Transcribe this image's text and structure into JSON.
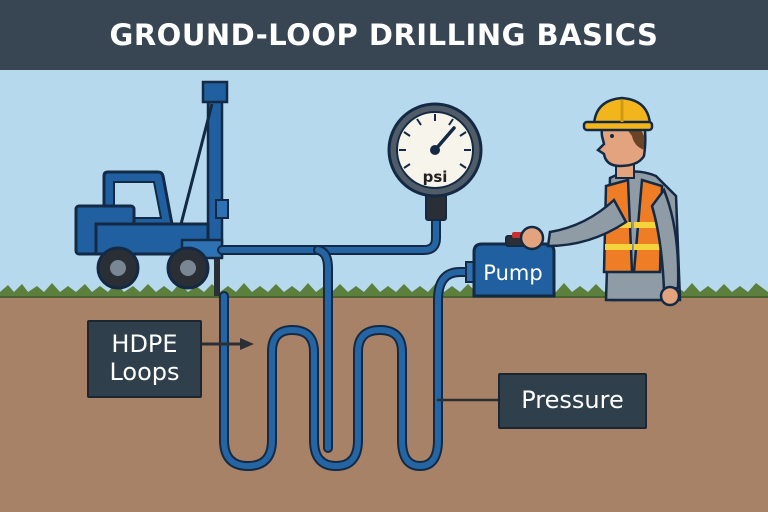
{
  "title": "GROUND-LOOP DRILLING BASICS",
  "labels": {
    "hdpe_line1": "HDPE",
    "hdpe_line2": "Loops",
    "pressure": "Pressure",
    "pump": "Pump",
    "gauge_unit": "psi"
  },
  "icons": [
    "drill-rig-icon",
    "pressure-gauge-icon",
    "pump-icon",
    "worker-icon",
    "hard-hat-icon",
    "safety-vest-icon"
  ],
  "colors": {
    "title_bar": "#384653",
    "sky": "#b7d9ee",
    "soil": "#a88267",
    "grass": "#5c7f3e",
    "pipe": "#1c5a93",
    "rig": "#2060a0",
    "label_box": "#2f3f4b",
    "hard_hat": "#f2b51c",
    "vest": "#ef7d26",
    "vest_stripe": "#f5d33a"
  }
}
